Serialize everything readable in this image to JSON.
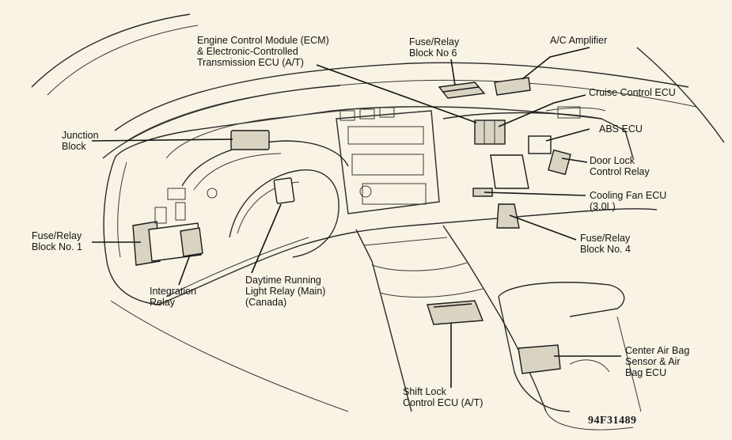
{
  "labels": {
    "ecm": "Engine Control Module (ECM)\n& Electronic-Controlled\nTransmission ECU (A/T)",
    "fuse6": "Fuse/Relay\nBlock No 6",
    "ac_amp": "A/C Amplifier",
    "cruise": "Cruise Control ECU",
    "abs": "ABS ECU",
    "door_lock": "Door Lock\nControl Relay",
    "cooling": "Cooling Fan ECU\n(3.0L)",
    "fuse4": "Fuse/Relay\nBlock No. 4",
    "airbag": "Center Air Bag\nSensor & Air\nBag ECU",
    "shift_lock": "Shift Lock\nControl ECU (A/T)",
    "drl": "Daytime Running\nLight Relay (Main)\n(Canada)",
    "integration": "Integration\nRelay",
    "fuse1": "Fuse/Relay\nBlock No. 1",
    "junction": "Junction\nBlock"
  },
  "figure_id": "94F31489"
}
